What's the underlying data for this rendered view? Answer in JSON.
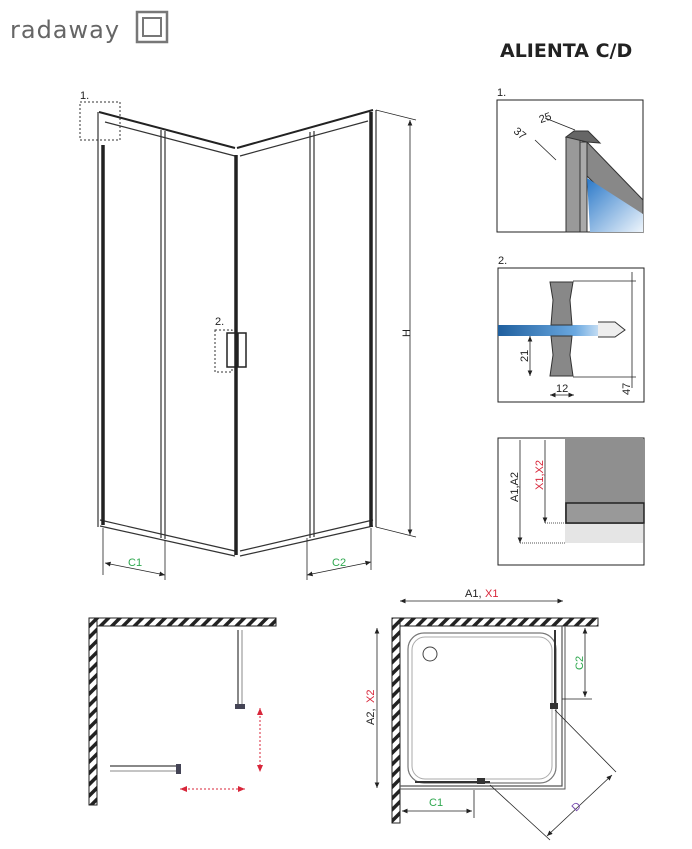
{
  "brand": {
    "name": "radaway"
  },
  "title": "ALIENTA C/D",
  "callouts": {
    "detail1": "1.",
    "detail2": "2."
  },
  "main_view": {
    "height_label": "H",
    "c1_label": "C1",
    "c2_label": "C2"
  },
  "detail1": {
    "dim_a": "25",
    "dim_b": "37"
  },
  "detail2": {
    "dim_height": "21",
    "dim_width": "12",
    "dim_total": "47"
  },
  "detail3": {
    "label_a": "A1,A2",
    "label_x": "X1,X2"
  },
  "plan": {
    "width_label_a": "A1,",
    "width_label_x": "X1",
    "depth_label_a": "A2,",
    "depth_label_x": "X2",
    "c1_label": "C1",
    "c2_label": "C2",
    "d_label": "D"
  },
  "colors": {
    "green": "#2fa84f",
    "red": "#d8263a",
    "purple": "#7a4fb0",
    "glass": "#3a86c8"
  }
}
